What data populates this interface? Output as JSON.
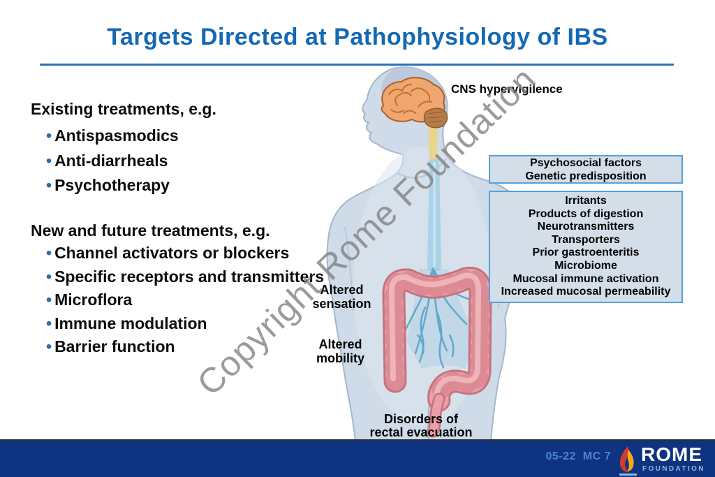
{
  "slide": {
    "title": "Targets Directed at Pathophysiology of IBS"
  },
  "left_panel": {
    "bullet_glyph": "•",
    "existing": {
      "heading": "Existing treatments, e.g.",
      "items": [
        "Antispasmodics",
        "Anti-diarrheals",
        "Psychotherapy"
      ]
    },
    "future": {
      "heading": "New and future treatments, e.g.",
      "items": [
        "Channel activators or blockers",
        "Specific receptors and transmitters",
        "Microflora",
        "Immune modulation",
        "Barrier function"
      ]
    }
  },
  "figure": {
    "labels": {
      "cns": "CNS hypervigilence",
      "sensation": [
        "Altered",
        "sensation"
      ],
      "mobility": [
        "Altered",
        "mobility"
      ],
      "rectal": [
        "Disorders of",
        "rectal evacuation"
      ]
    }
  },
  "callout_boxes": {
    "psychosocial": {
      "lines": [
        "Psychosocial factors",
        "Genetic predisposition"
      ]
    },
    "luminal": {
      "lines": [
        "Irritants",
        "Products of digestion",
        "Neurotransmitters",
        "Transporters",
        "Prior gastroenteritis",
        "Microbiome",
        "Mucosal immune activation",
        "Increased mucosal permeability"
      ]
    }
  },
  "watermark": {
    "text": "Copyright Rome Foundation"
  },
  "footer": {
    "code": "05-22  MC 7",
    "brand": {
      "name": "ROME",
      "subtitle": "FOUNDATION"
    }
  },
  "colors": {
    "title_blue": "#1569b3",
    "divider_blue": "#2a72b8",
    "bullet_blue": "#2b6cb8",
    "box_fill": "#d4dee8",
    "box_border": "#55a1d9",
    "footer_navy": "#0e3381",
    "footer_code_blue": "#4e83d8",
    "brand_subtitle_blue": "#93b7de",
    "flame_red": "#d23b2f",
    "flame_yellow": "#f5a81c",
    "watermark_gray": "#7f7f7f",
    "body_fill": "#cfdbe8",
    "brain_orange": "#f0a76f",
    "colon_pink": "#ec9fa7",
    "nerve_teal": "#5fa9cc"
  }
}
